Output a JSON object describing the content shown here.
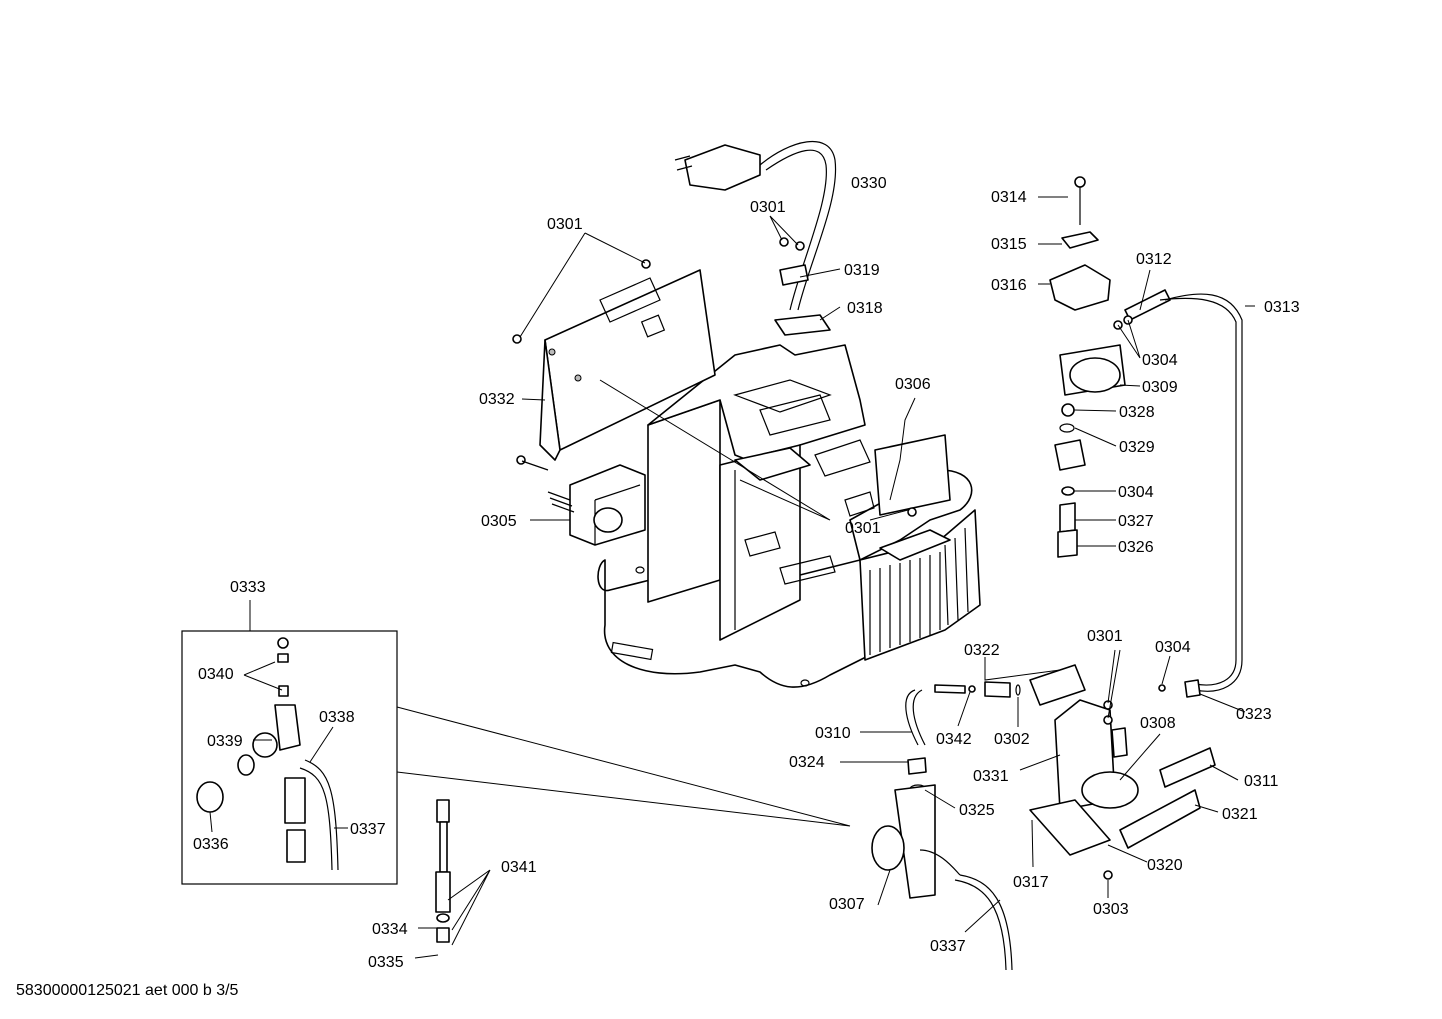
{
  "footer_code": "58300000125021 aet 000 b 3/5",
  "parts": [
    {
      "id": "lbl-0301-a",
      "text": "0301"
    },
    {
      "id": "lbl-0301-b",
      "text": "0301"
    },
    {
      "id": "lbl-0301-c",
      "text": "0301"
    },
    {
      "id": "lbl-0301-d",
      "text": "0301"
    },
    {
      "id": "lbl-0302",
      "text": "0302"
    },
    {
      "id": "lbl-0303",
      "text": "0303"
    },
    {
      "id": "lbl-0304-a",
      "text": "0304"
    },
    {
      "id": "lbl-0304-b",
      "text": "0304"
    },
    {
      "id": "lbl-0304-c",
      "text": "0304"
    },
    {
      "id": "lbl-0305",
      "text": "0305"
    },
    {
      "id": "lbl-0306",
      "text": "0306"
    },
    {
      "id": "lbl-0307",
      "text": "0307"
    },
    {
      "id": "lbl-0308",
      "text": "0308"
    },
    {
      "id": "lbl-0309",
      "text": "0309"
    },
    {
      "id": "lbl-0310",
      "text": "0310"
    },
    {
      "id": "lbl-0311",
      "text": "0311"
    },
    {
      "id": "lbl-0312",
      "text": "0312"
    },
    {
      "id": "lbl-0313",
      "text": "0313"
    },
    {
      "id": "lbl-0314",
      "text": "0314"
    },
    {
      "id": "lbl-0315",
      "text": "0315"
    },
    {
      "id": "lbl-0316",
      "text": "0316"
    },
    {
      "id": "lbl-0317",
      "text": "0317"
    },
    {
      "id": "lbl-0318",
      "text": "0318"
    },
    {
      "id": "lbl-0319",
      "text": "0319"
    },
    {
      "id": "lbl-0320",
      "text": "0320"
    },
    {
      "id": "lbl-0321",
      "text": "0321"
    },
    {
      "id": "lbl-0322",
      "text": "0322"
    },
    {
      "id": "lbl-0323",
      "text": "0323"
    },
    {
      "id": "lbl-0324",
      "text": "0324"
    },
    {
      "id": "lbl-0325",
      "text": "0325"
    },
    {
      "id": "lbl-0326",
      "text": "0326"
    },
    {
      "id": "lbl-0327",
      "text": "0327"
    },
    {
      "id": "lbl-0328",
      "text": "0328"
    },
    {
      "id": "lbl-0329",
      "text": "0329"
    },
    {
      "id": "lbl-0330",
      "text": "0330"
    },
    {
      "id": "lbl-0331",
      "text": "0331"
    },
    {
      "id": "lbl-0332",
      "text": "0332"
    },
    {
      "id": "lbl-0333",
      "text": "0333"
    },
    {
      "id": "lbl-0334",
      "text": "0334"
    },
    {
      "id": "lbl-0335",
      "text": "0335"
    },
    {
      "id": "lbl-0336",
      "text": "0336"
    },
    {
      "id": "lbl-0337-a",
      "text": "0337"
    },
    {
      "id": "lbl-0337-b",
      "text": "0337"
    },
    {
      "id": "lbl-0338",
      "text": "0338"
    },
    {
      "id": "lbl-0339",
      "text": "0339"
    },
    {
      "id": "lbl-0340",
      "text": "0340"
    },
    {
      "id": "lbl-0341",
      "text": "0341"
    },
    {
      "id": "lbl-0342",
      "text": "0342"
    }
  ]
}
